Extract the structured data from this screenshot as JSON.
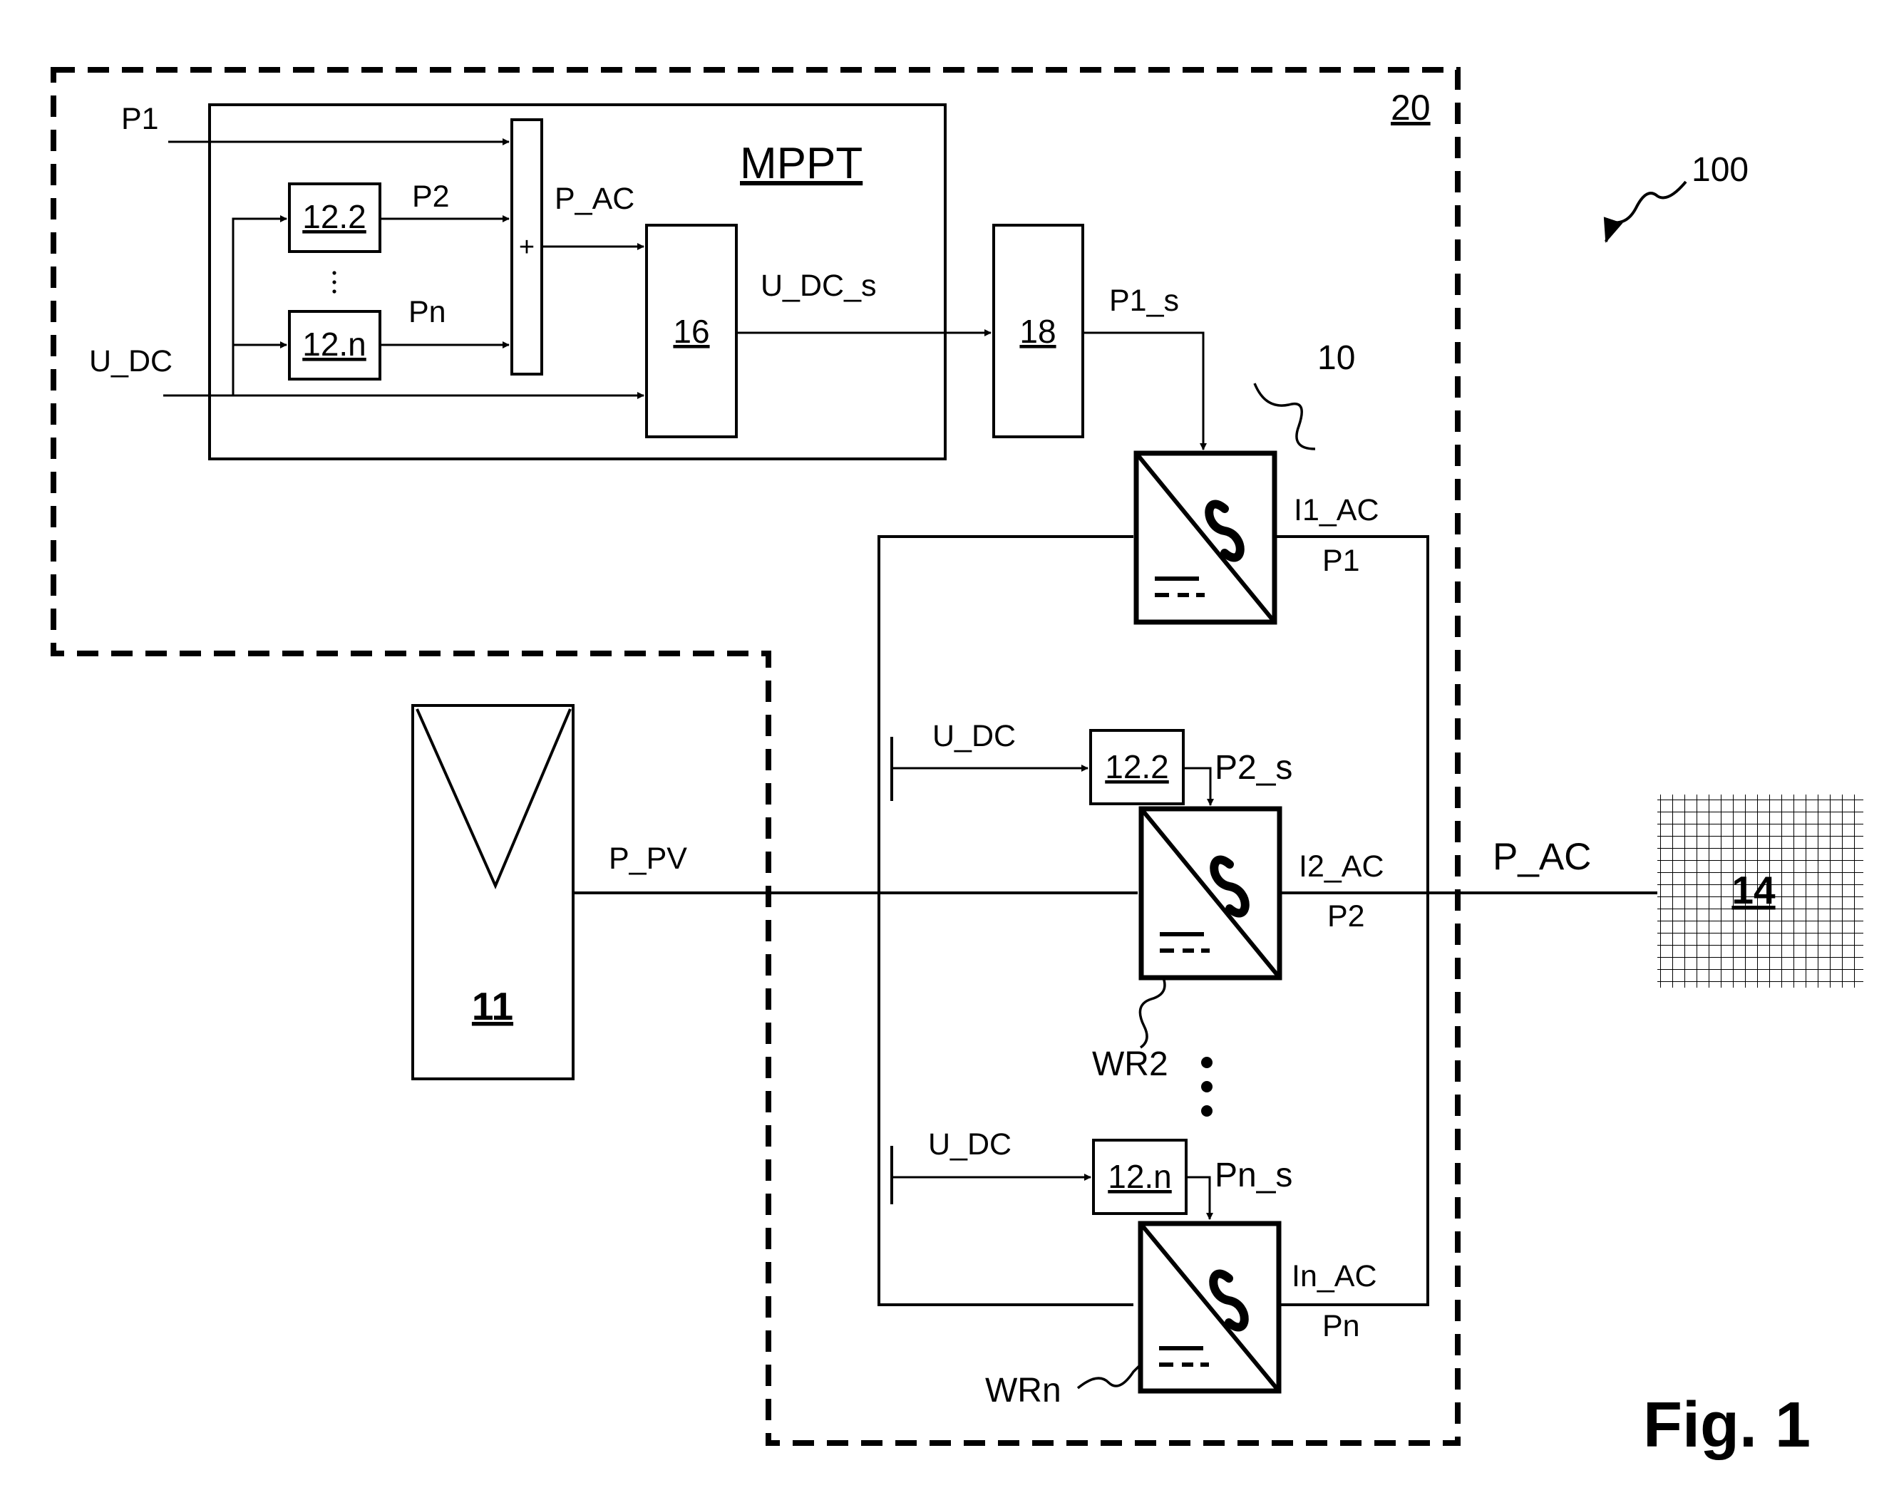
{
  "labels": {
    "p1": "P1",
    "p2": "P2",
    "pn": "Pn",
    "u_dc": "U_DC",
    "p_ac_sum": "P_AC",
    "mppt": "MPPT",
    "plus": "+",
    "u_dc_s": "U_DC_s",
    "p1_s": "P1_s",
    "ref_20": "20",
    "ref_100": "100",
    "ref_10": "10",
    "i1_ac": "I1_AC",
    "p1_out": "P1",
    "u_dc_2": "U_DC",
    "p2_s": "P2_s",
    "p_pv": "P_PV",
    "i2_ac": "I2_AC",
    "p2_out": "P2",
    "p_ac_out": "P_AC",
    "wr2": "WR2",
    "u_dc_n": "U_DC",
    "pn_s": "Pn_s",
    "in_ac": "In_AC",
    "pn_out": "Pn",
    "wrn": "WRn",
    "fig": "Fig. 1"
  },
  "blocks": {
    "b12_2_top": "12.2",
    "b12_n_top": "12.n",
    "b16": "16",
    "b18": "18",
    "b11": "11",
    "b14": "14",
    "b12_2_low": "12.2",
    "b12_n_low": "12.n"
  },
  "colors": {
    "line": "#000000",
    "background": "#ffffff"
  }
}
